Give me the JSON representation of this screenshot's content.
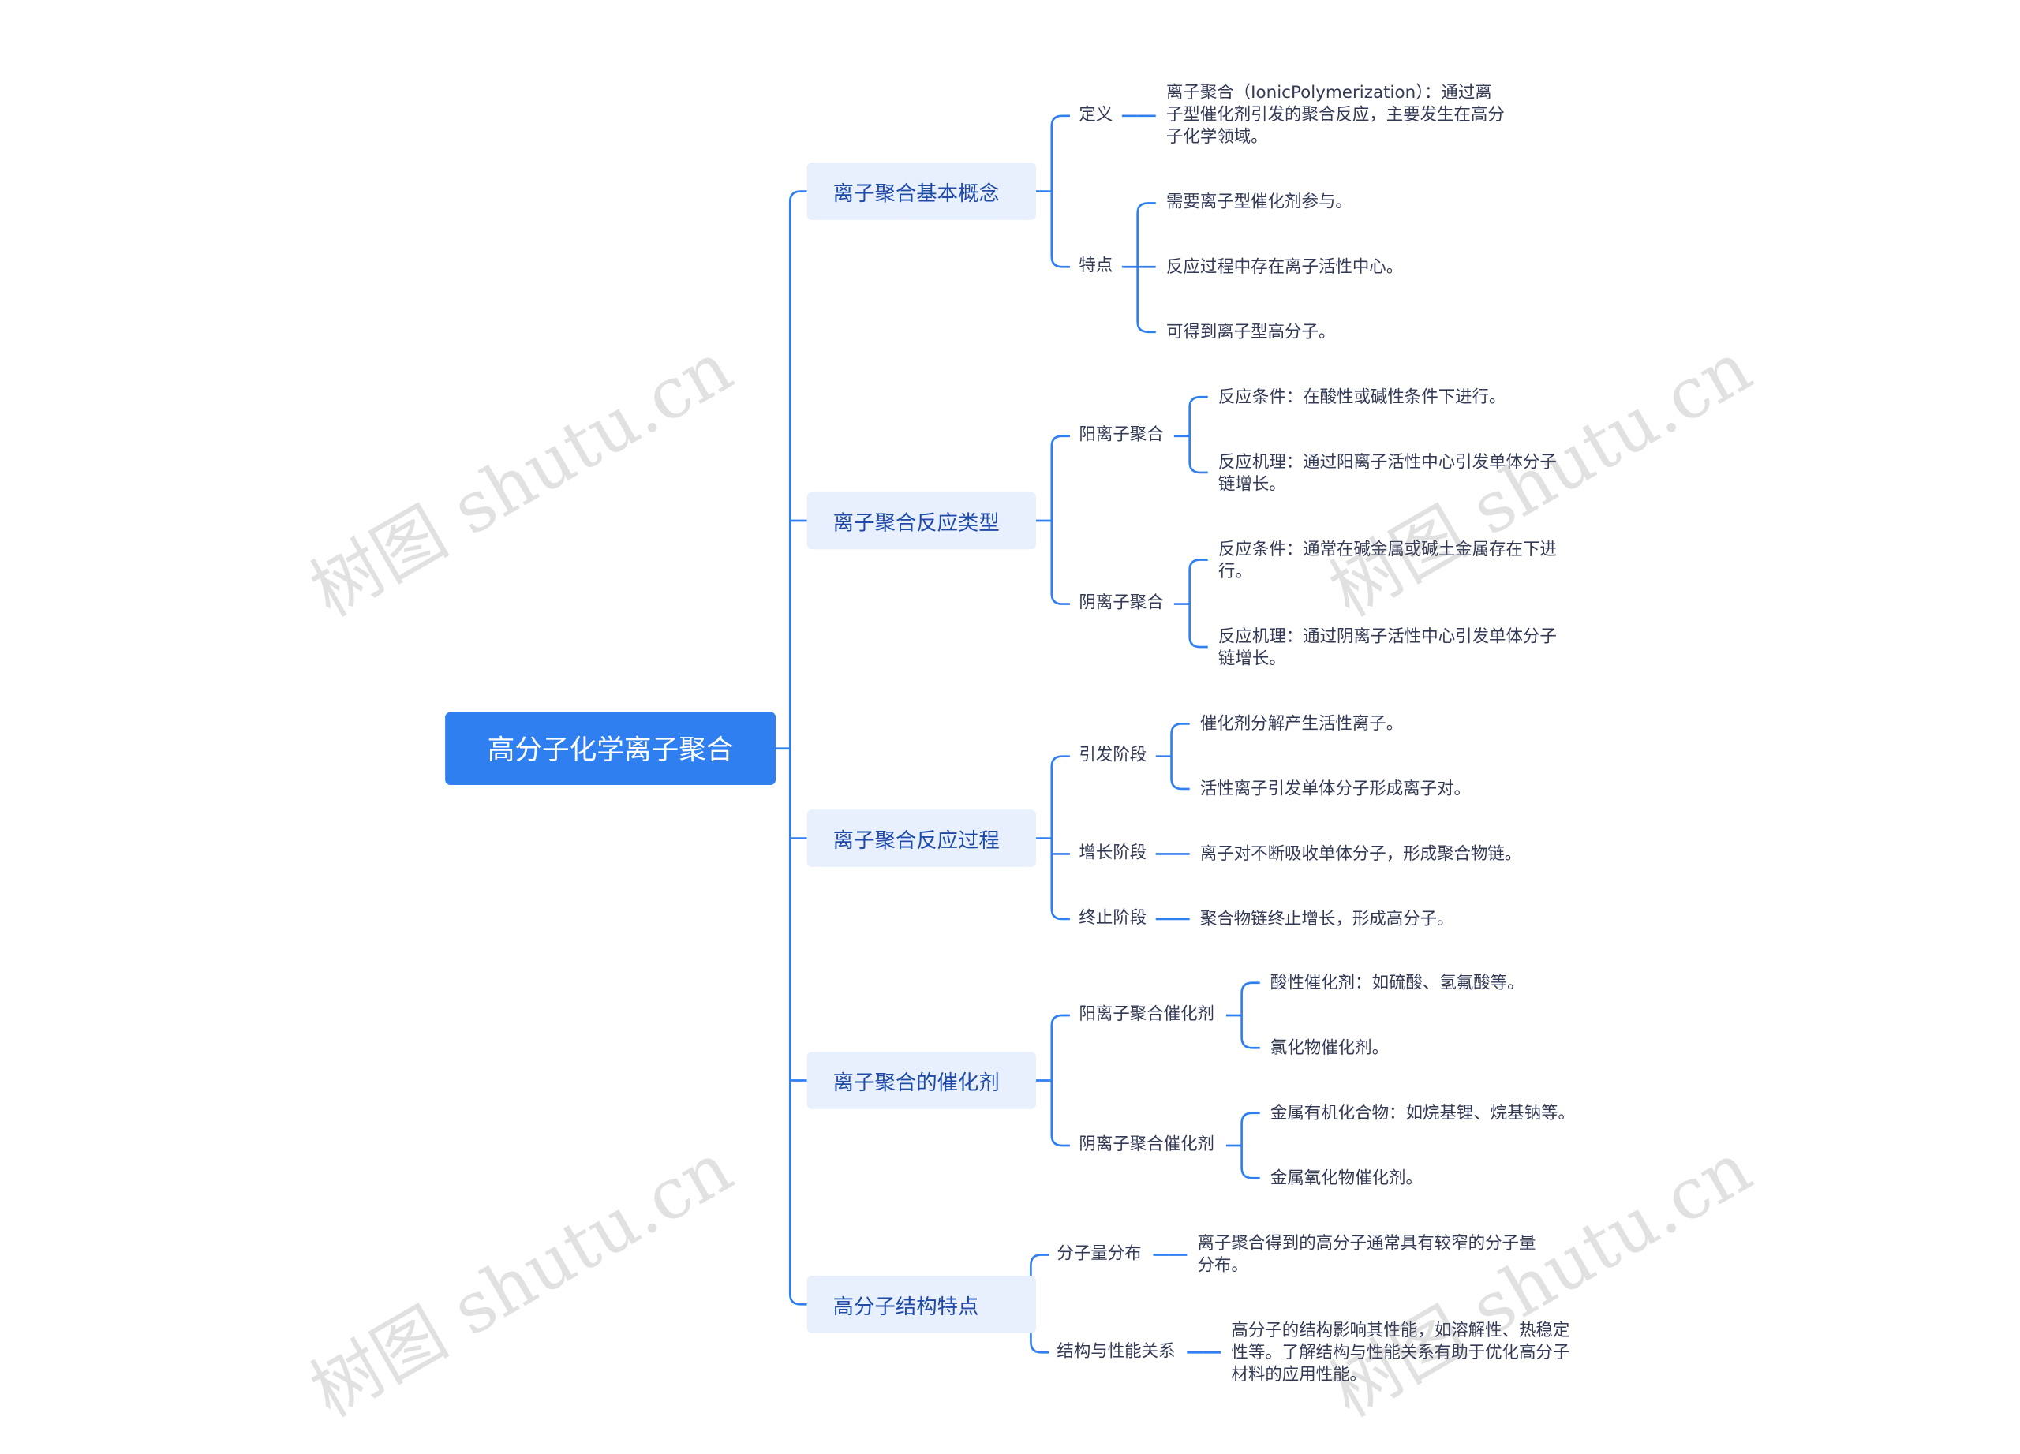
{
  "root": "高分子化学离子聚合",
  "watermark": "树图 shutu.cn",
  "accent_color": "#2f7ff1",
  "branches": [
    {
      "label": "离子聚合基本概念",
      "children": [
        {
          "label": "定义",
          "leaves": [
            [
              "离子聚合（IonicPolymerization）：通过离",
              "子型催化剂引发的聚合反应，主要发生在高分",
              "子化学领域。"
            ]
          ]
        },
        {
          "label": "特点",
          "leaves": [
            [
              "需要离子型催化剂参与。"
            ],
            [
              "反应过程中存在离子活性中心。"
            ],
            [
              "可得到离子型高分子。"
            ]
          ]
        }
      ]
    },
    {
      "label": "离子聚合反应类型",
      "children": [
        {
          "label": "阳离子聚合",
          "leaves": [
            [
              "反应条件：在酸性或碱性条件下进行。"
            ],
            [
              "反应机理：通过阳离子活性中心引发单体分子",
              "链增长。"
            ]
          ]
        },
        {
          "label": "阴离子聚合",
          "leaves": [
            [
              "反应条件：通常在碱金属或碱土金属存在下进",
              "行。"
            ],
            [
              "反应机理：通过阴离子活性中心引发单体分子",
              "链增长。"
            ]
          ]
        }
      ]
    },
    {
      "label": "离子聚合反应过程",
      "children": [
        {
          "label": "引发阶段",
          "leaves": [
            [
              "催化剂分解产生活性离子。"
            ],
            [
              "活性离子引发单体分子形成离子对。"
            ]
          ]
        },
        {
          "label": "增长阶段",
          "leaves": [
            [
              "离子对不断吸收单体分子，形成聚合物链。"
            ]
          ]
        },
        {
          "label": "终止阶段",
          "leaves": [
            [
              "聚合物链终止增长，形成高分子。"
            ]
          ]
        }
      ]
    },
    {
      "label": "离子聚合的催化剂",
      "children": [
        {
          "label": "阳离子聚合催化剂",
          "leaves": [
            [
              "酸性催化剂：如硫酸、氢氟酸等。"
            ],
            [
              "氯化物催化剂。"
            ]
          ]
        },
        {
          "label": "阴离子聚合催化剂",
          "leaves": [
            [
              "金属有机化合物：如烷基锂、烷基钠等。"
            ],
            [
              "金属氧化物催化剂。"
            ]
          ]
        }
      ]
    },
    {
      "label": "高分子结构特点",
      "children": [
        {
          "label": "分子量分布",
          "leaves": [
            [
              "离子聚合得到的高分子通常具有较窄的分子量",
              "分布。"
            ]
          ]
        },
        {
          "label": "结构与性能关系",
          "leaves": [
            [
              "高分子的结构影响其性能，如溶解性、热稳定",
              "性等。了解结构与性能关系有助于优化高分子",
              "材料的应用性能。"
            ]
          ]
        }
      ]
    }
  ]
}
